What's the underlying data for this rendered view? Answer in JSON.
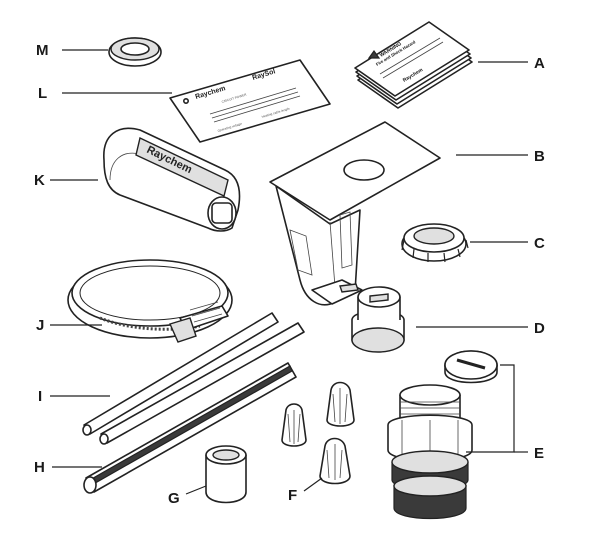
{
  "labels": {
    "A": "A",
    "B": "B",
    "C": "C",
    "D": "D",
    "E": "E",
    "F": "F",
    "G": "G",
    "H": "H",
    "I": "I",
    "J": "J",
    "K": "K",
    "L": "L",
    "M": "M"
  },
  "printed_text": {
    "warning_title": "WARNING",
    "warning_subtitle": "Fire and Shock Hazard",
    "warning_brand": "Raychem",
    "card_brand": "Raychem",
    "card_product": "RaySol",
    "card_heading": "CIRCUIT POWER",
    "card_line1": "Operating voltage",
    "card_line2": "Heating cable length",
    "boot_brand": "Raychem"
  }
}
